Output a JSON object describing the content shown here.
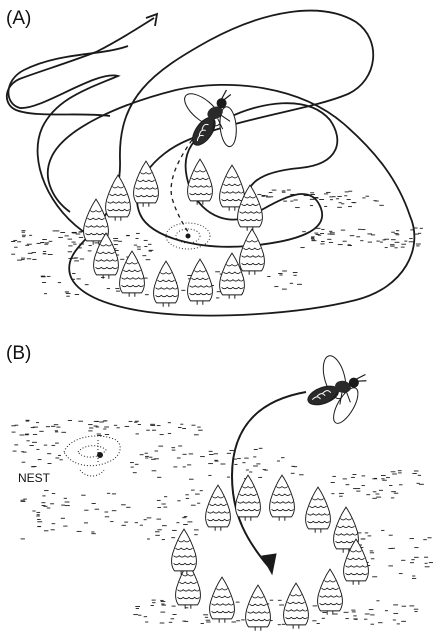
{
  "panels": [
    {
      "label": "(A)"
    },
    {
      "label": "(B)"
    }
  ],
  "nest_label": "NEST",
  "colors": {
    "ink": "#1a1a1a",
    "paper": "#ffffff"
  },
  "icons": {
    "insect": "wasp-icon",
    "landmark": "pinecone-icon",
    "nest": "nest-icon"
  }
}
